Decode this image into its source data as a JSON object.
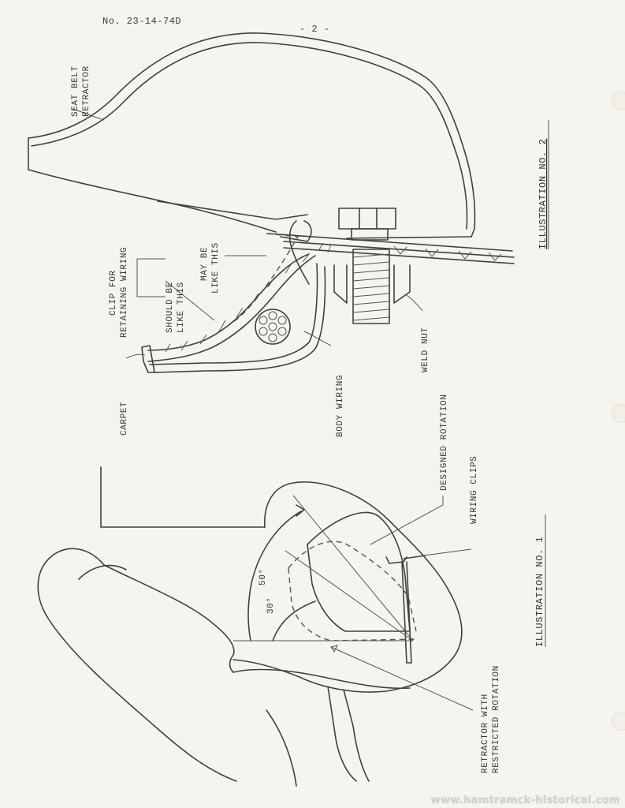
{
  "header": {
    "doc_number": "No. 23-14-74D",
    "page_number": "- 2 -"
  },
  "illustration2": {
    "title": "ILLUSTRATION NO. 2",
    "labels": {
      "seat_belt_retractor_1": "SEAT BELT",
      "seat_belt_retractor_2": "RETRACTOR",
      "clip_1": "CLIP FOR",
      "clip_2": "RETAINING WIRING",
      "should_1": "SHOULD BE",
      "should_2": "LIKE THIS",
      "may_1": "MAY BE",
      "may_2": "LIKE THIS",
      "carpet": "CARPET",
      "body_wiring": "BODY WIRING",
      "weld_nut": "WELD NUT"
    }
  },
  "illustration1": {
    "title": "ILLUSTRATION NO. 1",
    "labels": {
      "designed_rotation": "DESIGNED ROTATION",
      "wiring_clips": "WIRING CLIPS",
      "angle_50": "50°",
      "angle_30": "30°",
      "retractor_1": "RETRACTOR WITH",
      "retractor_2": "RESTRICTED ROTATION"
    }
  },
  "footer": {
    "watermark": "www.hamtramck-historical.com"
  }
}
